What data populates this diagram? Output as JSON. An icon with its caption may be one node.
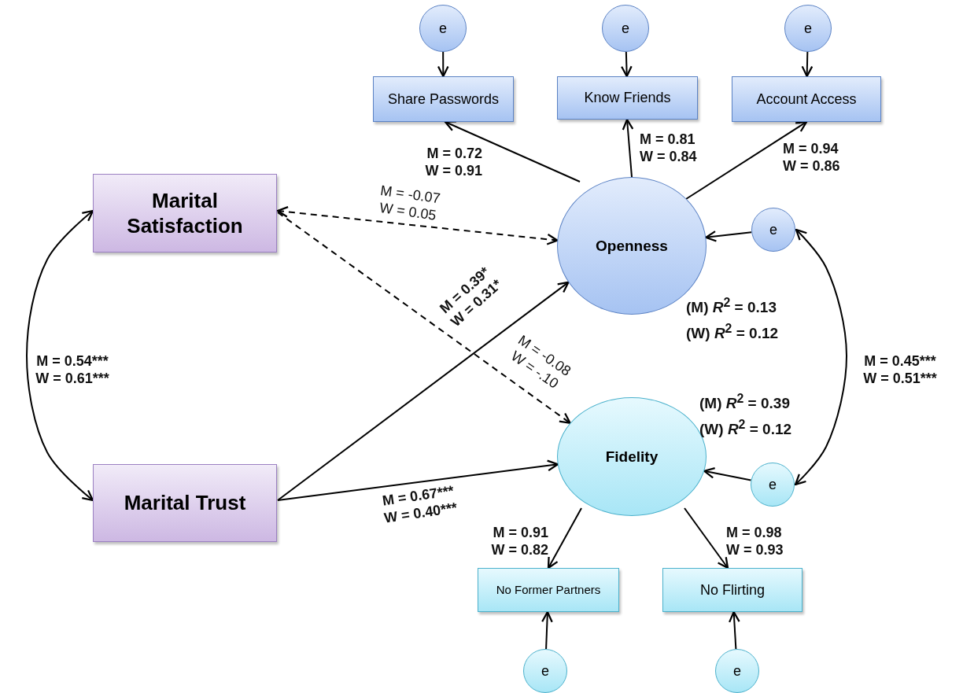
{
  "diagram": {
    "nodes": [
      {
        "text": [
          "Marital Satisfaction"
        ]
      },
      {
        "text": [
          "Marital Trust"
        ]
      },
      {
        "text": [
          "Openness"
        ],
        "beside": [
          "(M) *R*$^{2}$ = 0.13",
          "(W) *R*$^{2}$ = 0.12"
        ]
      },
      {
        "text": [
          "Fidelity"
        ],
        "beside": [
          "(M) *R*$^{2}$ = 0.39",
          "(W) *R*$^{2}$ = 0.12"
        ]
      },
      {
        "text": [
          "Share Passwords"
        ]
      },
      {
        "text": [
          "Know Friends"
        ]
      },
      {
        "text": [
          "Account Access"
        ]
      },
      {
        "text": [
          "No Former Partners"
        ]
      },
      {
        "text": [
          "No Flirting"
        ]
      },
      {
        "text": [
          "e"
        ]
      },
      {
        "text": [
          "e"
        ]
      },
      {
        "text": [
          "e"
        ]
      },
      {
        "text": [
          "e"
        ]
      },
      {
        "text": [
          "e"
        ]
      },
      {
        "text": [
          "e"
        ]
      },
      {
        "text": [
          "e"
        ]
      }
    ],
    "edges": [
      {
        "from": 0,
        "to": 1,
        "arrow": "both",
        "label": "M = 0.54*** W = 0.61***"
      },
      {
        "from": 0,
        "to": 2,
        "arrow": "both",
        "style": "dashed",
        "label": "M = -0.07 W = 0.05"
      },
      {
        "from": 0,
        "to": 3,
        "arrow": "to",
        "style": "dashed",
        "label": "M = -0.08 W = -.10"
      },
      {
        "from": 1,
        "to": 2,
        "arrow": "to",
        "label": "M = 0.39* W = 0.31*"
      },
      {
        "from": 1,
        "to": 3,
        "arrow": "to",
        "label": "M = 0.67*** W = 0.40***"
      },
      {
        "from": 2,
        "to": 4,
        "arrow": "to",
        "label": "M = 0.72 W = 0.91"
      },
      {
        "from": 2,
        "to": 5,
        "arrow": "to",
        "label": "M = 0.81 W = 0.84"
      },
      {
        "from": 2,
        "to": 6,
        "arrow": "to",
        "label": "M = 0.94 W = 0.86"
      },
      {
        "from": 3,
        "to": 7,
        "arrow": "to",
        "label": "M = 0.91 W = 0.82"
      },
      {
        "from": 3,
        "to": 8,
        "arrow": "to",
        "label": "M = 0.98 W = 0.93"
      },
      {
        "from": 9,
        "to": 4,
        "arrow": "to"
      },
      {
        "from": 10,
        "to": 5,
        "arrow": "to"
      },
      {
        "from": 11,
        "to": 6,
        "arrow": "to"
      },
      {
        "from": 12,
        "to": 2,
        "arrow": "to"
      },
      {
        "from": 13,
        "to": 3,
        "arrow": "to"
      },
      {
        "from": 14,
        "to": 7,
        "arrow": "to"
      },
      {
        "from": 15,
        "to": 8,
        "arrow": "to"
      },
      {
        "from": 12,
        "to": 13,
        "arrow": "both",
        "label": "M = 0.45*** W = 0.51***"
      }
    ]
  }
}
